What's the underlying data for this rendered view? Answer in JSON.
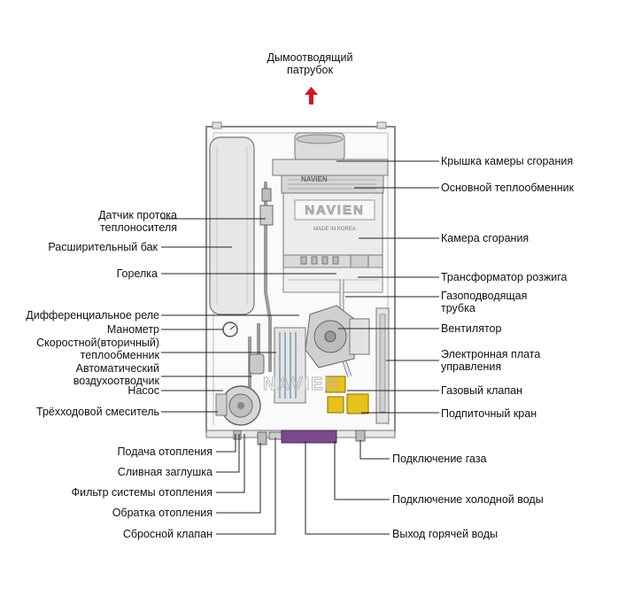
{
  "top_label": "Дымоотводящий патрубок",
  "brand": "NAVIEN",
  "brand_small": "MADE IN KOREA",
  "left_labels": [
    {
      "text": "Датчик протока теплоносителя"
    },
    {
      "text": "Расширительный бак"
    },
    {
      "text": "Горелка"
    },
    {
      "text": "Дифференциальное реле"
    },
    {
      "text": "Манометр"
    },
    {
      "text": "Скоростной(вторичный) теплообменник"
    },
    {
      "text": "Автоматический воздухоотводчик"
    },
    {
      "text": "Насос"
    },
    {
      "text": "Трёхходовой смеситель"
    }
  ],
  "right_labels": [
    {
      "text": "Крышка камеры сгорания"
    },
    {
      "text": "Основной теплообменник"
    },
    {
      "text": "Камера сгорания"
    },
    {
      "text": "Трансформатор розжига"
    },
    {
      "text": "Газоподводящая трубка"
    },
    {
      "text": "Вентилятор"
    },
    {
      "text": "Электронная плата управления"
    },
    {
      "text": "Газовый клапан"
    },
    {
      "text": "Подпиточный кран"
    }
  ],
  "bottom_left_labels": [
    {
      "text": "Подача отопления"
    },
    {
      "text": "Сливная заглушка"
    },
    {
      "text": "Фильтр системы отопления"
    },
    {
      "text": "Обратка отопления"
    },
    {
      "text": "Сбросной клапан"
    }
  ],
  "bottom_right_labels": [
    {
      "text": "Подключение газа"
    },
    {
      "text": "Подключение холодной воды"
    },
    {
      "text": "Выход горячей воды"
    }
  ],
  "colors": {
    "arrow": "#d9141e",
    "outline": "#555555",
    "leader": "#222222",
    "valve_yellow": "#e8c21a",
    "purple": "#7a4a8c",
    "tank": "#e6e6e6"
  }
}
